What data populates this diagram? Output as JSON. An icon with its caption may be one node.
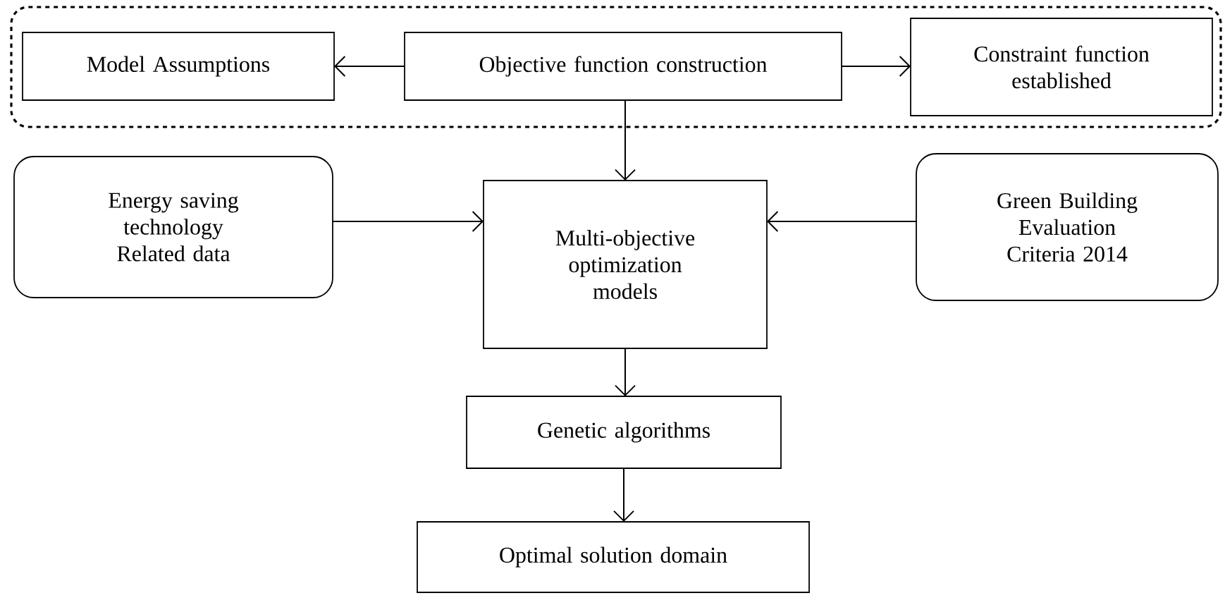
{
  "diagram": {
    "nodes": [
      {
        "text": [],
        "shape": "box"
      },
      {
        "text": [
          "Model Assumptions"
        ],
        "in": 0
      },
      {
        "text": [
          "Objective function construction"
        ],
        "in": 0
      },
      {
        "text": [
          "Constraint function established"
        ],
        "in": 0
      },
      {
        "text": [
          "Energy saving technology Related data"
        ]
      },
      {
        "text": [
          "Multi-objective optimization models"
        ]
      },
      {
        "text": [
          "Green Building Evaluation Criteria 2014"
        ]
      },
      {
        "text": [
          "Genetic algorithms"
        ]
      },
      {
        "text": [
          "Optimal solution domain"
        ]
      }
    ],
    "edges": [
      {
        "from": 2,
        "to": 1,
        "arrow": "to"
      },
      {
        "from": 2,
        "to": 3,
        "arrow": "to"
      },
      {
        "from": 2,
        "to": 5,
        "arrow": "to"
      },
      {
        "from": 4,
        "to": 5,
        "arrow": "to"
      },
      {
        "from": 6,
        "to": 5,
        "arrow": "to"
      },
      {
        "from": 5,
        "to": 7,
        "arrow": "to"
      },
      {
        "from": 7,
        "to": 8,
        "arrow": "to"
      }
    ]
  }
}
